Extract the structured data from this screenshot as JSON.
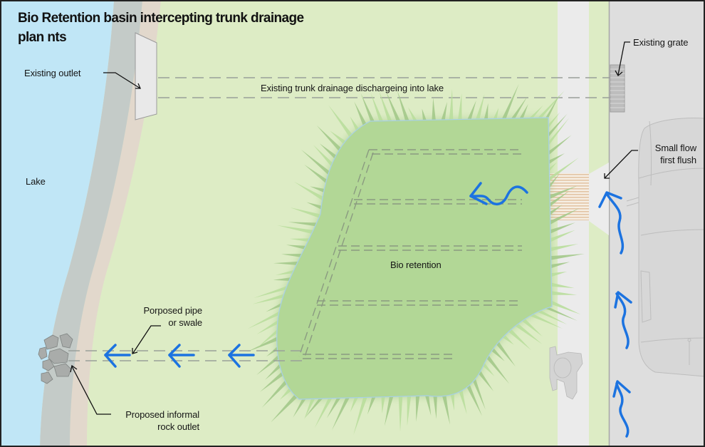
{
  "title": {
    "line1": "Bio Retention basin intercepting trunk drainage",
    "line2": "plan nts"
  },
  "labels": {
    "existing_outlet": "Existing outlet",
    "existing_trunk": "Existing trunk drainage dischargeing into lake",
    "existing_grate": "Existing grate",
    "small_flow_line1": "Small flow",
    "small_flow_line2": "first flush",
    "lake": "Lake",
    "bio_retention": "Bio retention",
    "proposed_pipe_line1": "Porposed pipe",
    "proposed_pipe_line2": "or swale",
    "rock_outlet_line1": "Proposed informal",
    "rock_outlet_line2": "rock outlet"
  },
  "colors": {
    "lake": "#c0e6f6",
    "bank": "#c4cbc8",
    "sand": "#e2d8cc",
    "grass": "#ddecc5",
    "basin": "#b2d796",
    "path": "#ebebeb",
    "road": "#dedede",
    "flow_arrow": "#1c73e0",
    "pipe_dash": "#8a938a"
  }
}
